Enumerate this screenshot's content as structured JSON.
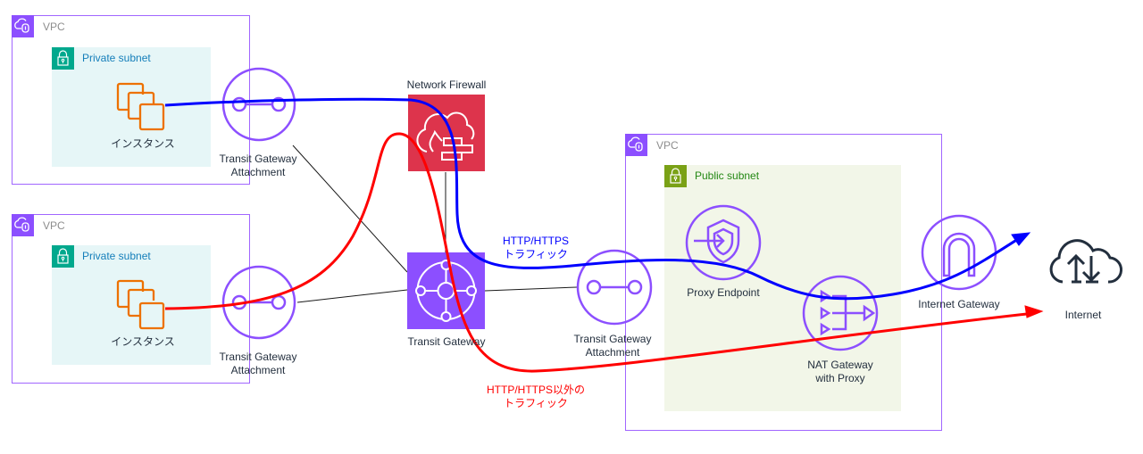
{
  "vpcs": [
    {
      "label": "VPC",
      "subnet": {
        "label": "Private subnet",
        "type": "private"
      },
      "instance_label": "インスタンス"
    },
    {
      "label": "VPC",
      "subnet": {
        "label": "Private subnet",
        "type": "private"
      },
      "instance_label": "インスタンス"
    },
    {
      "label": "VPC",
      "subnet": {
        "label": "Public subnet",
        "type": "public"
      }
    }
  ],
  "nodes": {
    "tgw_attachment_1": {
      "label_line1": "Transit Gateway",
      "label_line2": "Attachment"
    },
    "tgw_attachment_2": {
      "label_line1": "Transit Gateway",
      "label_line2": "Attachment"
    },
    "tgw_attachment_3": {
      "label_line1": "Transit Gateway",
      "label_line2": "Attachment"
    },
    "network_firewall": {
      "label": "Network Firewall"
    },
    "transit_gateway": {
      "label": "Transit Gateway"
    },
    "proxy_endpoint": {
      "label": "Proxy Endpoint"
    },
    "nat_gateway": {
      "label_line1": "NAT Gateway",
      "label_line2": "with Proxy"
    },
    "internet_gateway": {
      "label": "Internet Gateway"
    },
    "internet": {
      "label": "Internet"
    }
  },
  "flows": {
    "http": {
      "label_line1": "HTTP/HTTPS",
      "label_line2": "トラフィック",
      "color": "#0000ff"
    },
    "non_http": {
      "label_line1": "HTTP/HTTPS以外の",
      "label_line2": "トラフィック",
      "color": "#ff0000"
    }
  },
  "colors": {
    "vpc_border": "#a166ff",
    "vpc_badge": "#8c4fff",
    "private_subnet_bg": "#e6f6f7",
    "private_subnet_badge": "#01a88d",
    "private_subnet_text": "#147eba",
    "public_subnet_bg": "#f2f6e8",
    "public_subnet_badge": "#7aa116",
    "public_subnet_text": "#248814",
    "ec2_orange": "#ed7100",
    "firewall_red": "#dd344c",
    "tgw_purple": "#8c4fff",
    "icon_dark": "#232f3e"
  }
}
